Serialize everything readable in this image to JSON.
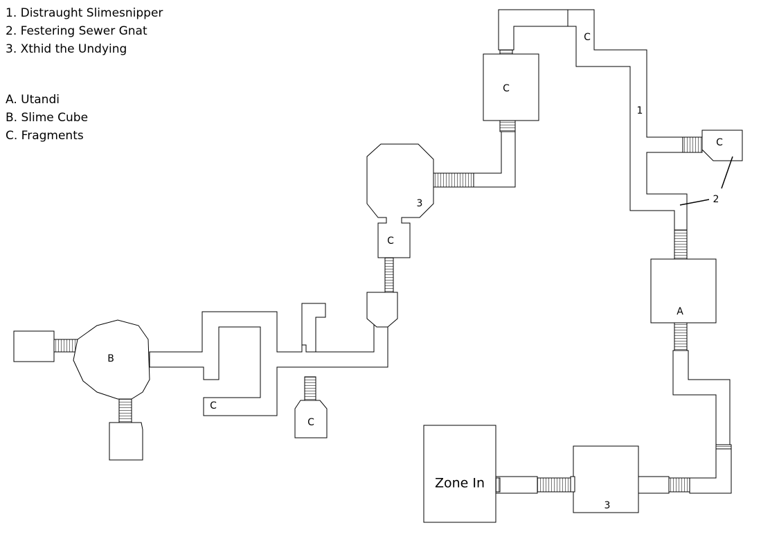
{
  "legend": {
    "mobs": [
      "1. Distraught Slimesnipper",
      "2. Festering Sewer Gnat",
      "3. Xthid the Undying"
    ],
    "items": [
      "A. Utandi",
      "B. Slime Cube",
      "C. Fragments"
    ]
  },
  "map": {
    "labels": {
      "zone_in": "Zone  In",
      "utandi_room": "A",
      "slime_cube_room": "B",
      "fragments": "C",
      "mob1": "1",
      "mob2": "2",
      "mob3": "3"
    }
  }
}
